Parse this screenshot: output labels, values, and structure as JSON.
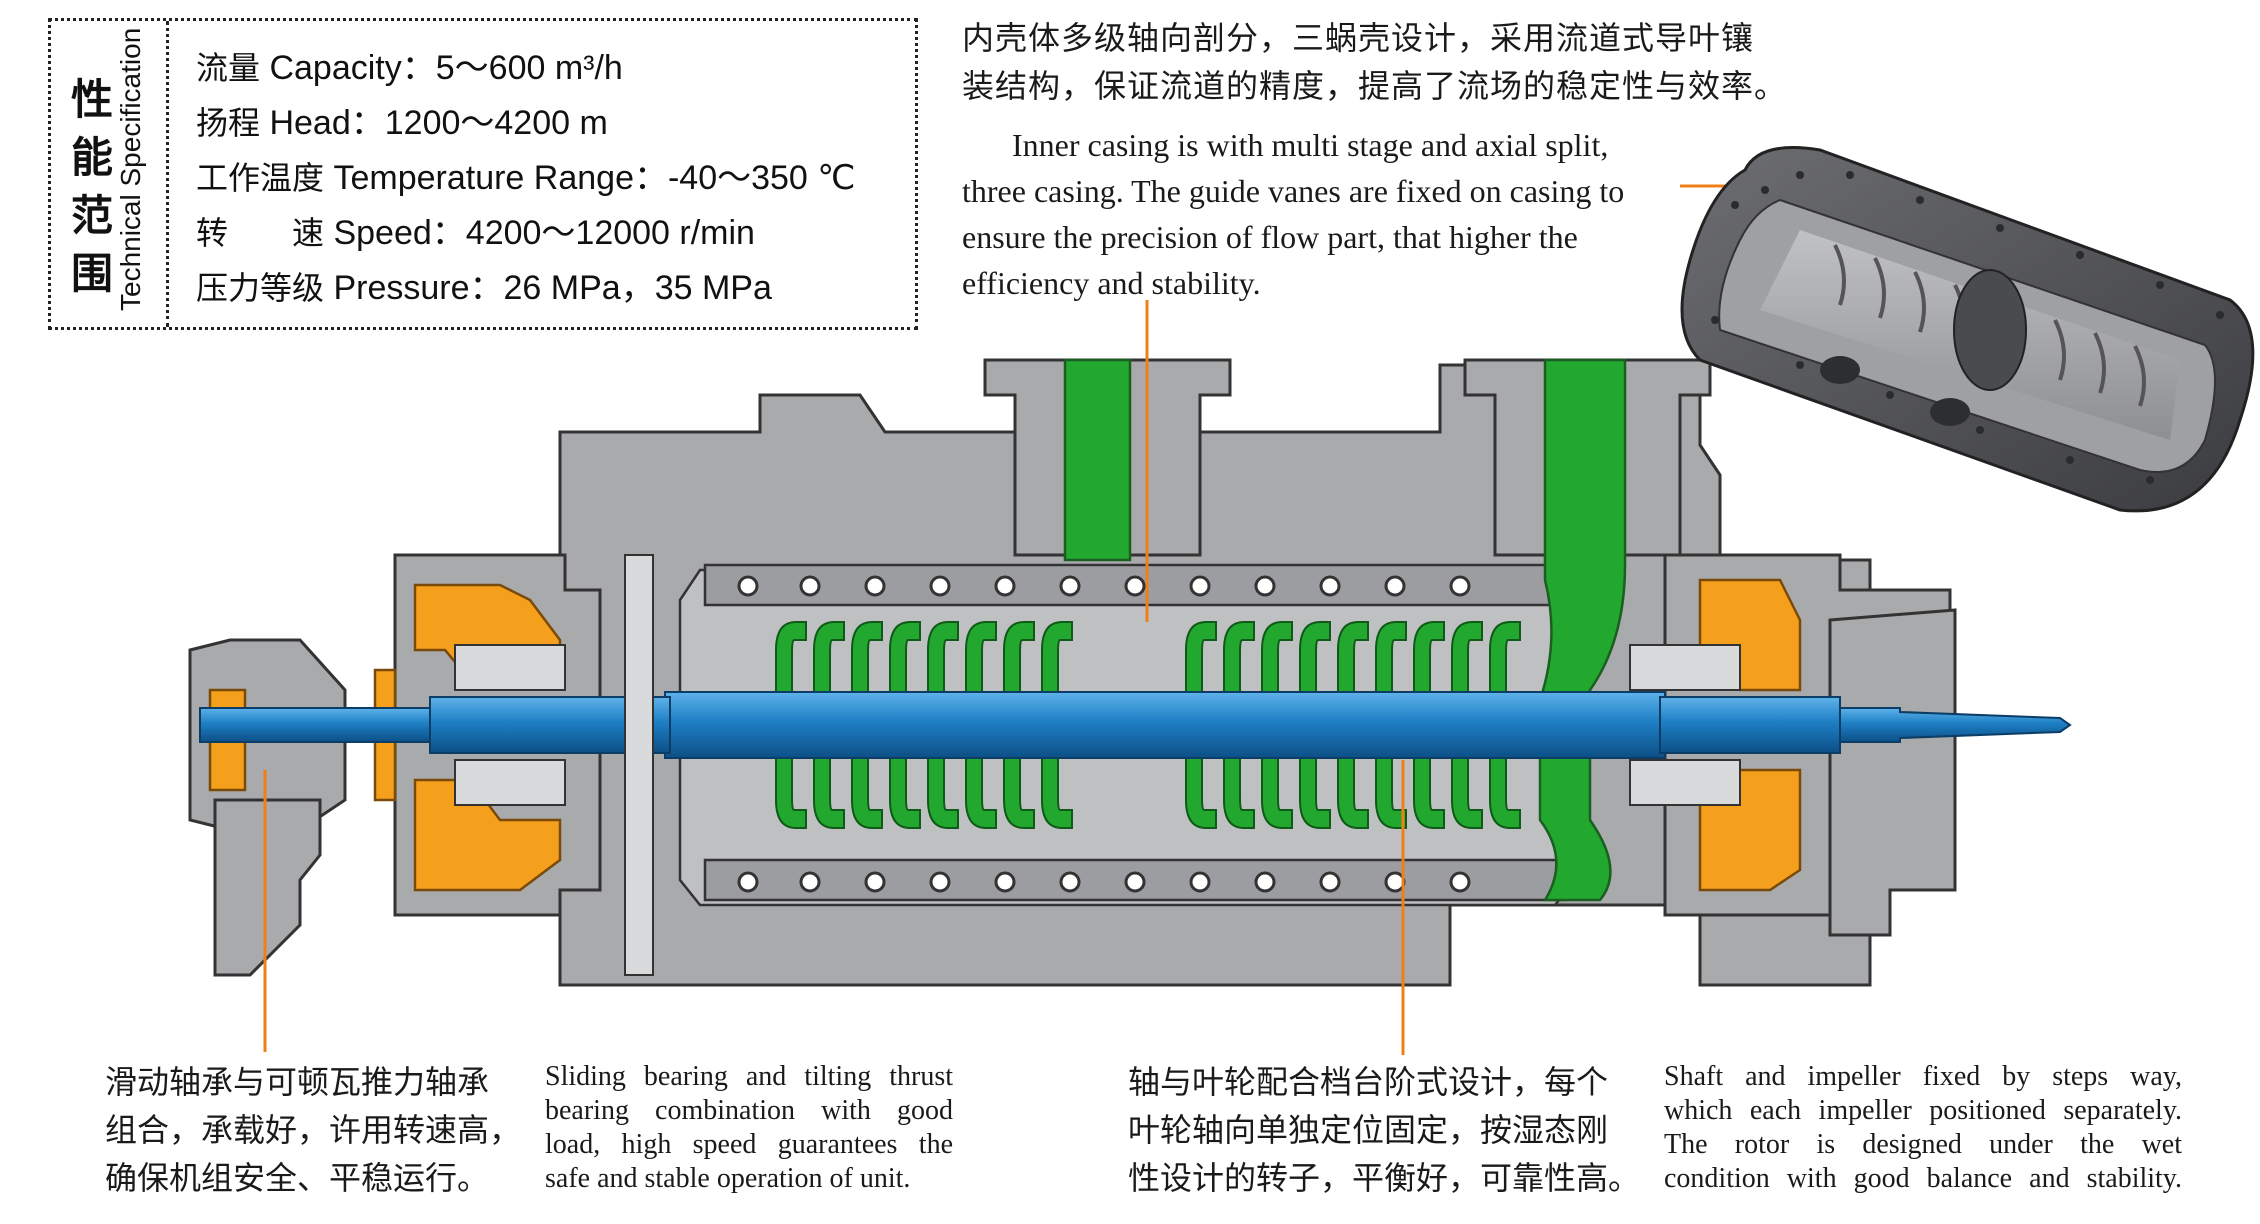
{
  "spec": {
    "title_cn": [
      "性",
      "能",
      "范",
      "围"
    ],
    "title_en": "Technical Specification",
    "rows": [
      {
        "cn": "流量",
        "en": "Capacity：5～600 m³/h"
      },
      {
        "cn": "扬程",
        "en": "Head：1200～4200 m"
      },
      {
        "cn": "工作温度",
        "en": "Temperature Range：-40～350 ℃"
      },
      {
        "cn": "转　　速",
        "en": "Speed：4200～12000 r/min"
      },
      {
        "cn": "压力等级",
        "en": "Pressure：26 MPa，35 MPa"
      }
    ]
  },
  "annotations": {
    "casing_cn": [
      "内壳体多级轴向剖分，三蜗壳设计，采用流道式导叶镶",
      "装结构，保证流道的精度，提高了流场的稳定性与效率。"
    ],
    "casing_en": [
      "Inner casing is with multi stage and axial split,",
      "three casing. The guide vanes are fixed on casing to",
      "ensure the precision of flow part, that higher the",
      "efficiency and stability."
    ],
    "bearing_cn": [
      "滑动轴承与可顿瓦推力轴承",
      "组合，承载好，许用转速高，",
      "确保机组安全、平稳运行。"
    ],
    "bearing_en": [
      "Sliding bearing and tilting thrust",
      "bearing combination with good",
      "load, high speed guarantees the",
      "safe and stable operation of unit."
    ],
    "shaft_cn": [
      "轴与叶轮配合档台阶式设计，每个",
      "叶轮轴向单独定位固定，按湿态刚",
      "性设计的转子，平衡好，可靠性高。"
    ],
    "shaft_en": [
      "Shaft and impeller fixed by steps way,",
      "which each impeller positioned separately.",
      "The rotor is designed under the wet",
      "condition with good balance and stability."
    ]
  },
  "colors": {
    "casing_gray": "#a9aaac",
    "shaft_blue": "#1e7fc4",
    "impeller_green": "#22a82e",
    "bearing_orange": "#f5a01c",
    "leader_orange": "#f07f18"
  }
}
